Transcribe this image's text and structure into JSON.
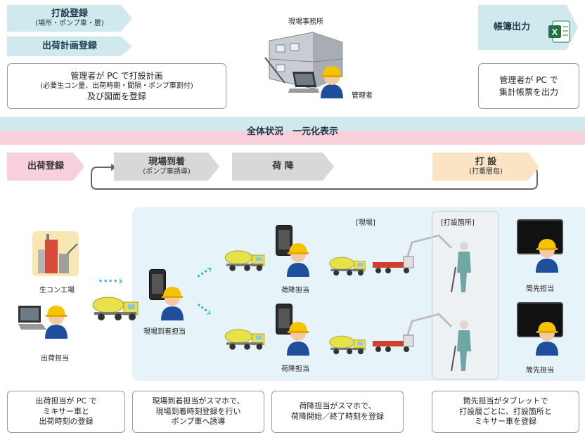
{
  "top": {
    "pour_registration": "打設登録",
    "pour_registration_sub": "(場所・ポンプ車・層)",
    "shipment_plan": "出荷計画登録",
    "manager_box": [
      "管理者が PC で打設計画",
      "(必要生コン量、出荷時期・間隔・ポンプ車割付)",
      "及び図面を登録"
    ],
    "site_office": "現場事務所",
    "manager_label": "管理者",
    "ledger_output": "帳簿出力",
    "ledger_box": [
      "管理者が PC で",
      "集計帳票を出力"
    ]
  },
  "status_bar": {
    "label": "全体状況　一元化表示"
  },
  "flow": {
    "steps": [
      {
        "label": "出荷登録",
        "sub": ""
      },
      {
        "label": "現場到着",
        "sub": "(ポンプ車誘導)"
      },
      {
        "label": "荷 降",
        "sub": ""
      },
      {
        "label": "打 設",
        "sub": "(打重層毎)"
      }
    ]
  },
  "scene": {
    "site_label": "[現場]",
    "pour_area_label": "[打設箇所]",
    "plant_label": "生コン工場",
    "shipping_label": "出荷担当",
    "arrival_label": "現場到着担当",
    "unload_label_1": "荷降担当",
    "unload_label_2": "荷降担当",
    "nozzle_label_1": "筒先担当",
    "nozzle_label_2": "筒先担当"
  },
  "bottom": [
    [
      "出荷担当が PC で",
      "ミキサー車と",
      "出荷時刻の登録"
    ],
    [
      "現場到着担当がスマホで、",
      "現場到着時刻登録を行い",
      "ポンプ車へ誘導"
    ],
    [
      "荷降担当がスマホで、",
      "荷降開始／終了時刻を登録"
    ],
    [
      "筒先担当がタブレットで",
      "打設層ごとに、打設箇所と",
      "ミキサー車を登録"
    ]
  ],
  "colors": {
    "teal": "#cfe9ee",
    "pink": "#f7d0dc",
    "grey": "#d8d8d8",
    "peach": "#fbe4c4",
    "site_bg": "#e6f3f9"
  }
}
